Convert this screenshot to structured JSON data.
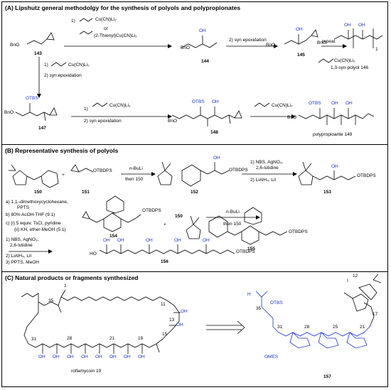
{
  "sections": {
    "a_title": "(A) Lipshutz general methodolgy for the synthesis of polyols and polypropionates",
    "b_title": "(B) Representative synthesis of polyols",
    "c_title": "(C) Natural products or fragments synthesized"
  },
  "a": {
    "cmpd_143": "143",
    "cmpd_144": "144",
    "cmpd_145": "145",
    "cmpd_146_label": "1,3-syn-polyol 146",
    "cmpd_147": "147",
    "cmpd_148": "148",
    "cmpd_149_label": "polypropioante 149",
    "step1a": "1)",
    "step1a_reagent": "Cu(CN)Li₂",
    "step1a_or": "or",
    "step1a_alt": "(2-Thienyl)Cu(CN)Li₂",
    "step2_epox": "2) syn epoxidation",
    "repeat": "repeat",
    "allyl_cuprate": "Cu(CN)Li₂",
    "down_1": "1)",
    "down_reagent": "Cu(CN)Li₂",
    "down_2": "2)  syn epoxidation",
    "mid_1": "1)",
    "mid_reagent": "Cu(CN)Li₂",
    "mid_2": "2)  syn epoxidation",
    "final_reagent": "Cu(CN)Li₂",
    "bno": "BnO",
    "otbs": "OTBS",
    "oh": "OH",
    "subscript_2": "2",
    "subscript_1": "1"
  },
  "b": {
    "cmpd_150": "150",
    "cmpd_151": "151",
    "cmpd_152": "152",
    "cmpd_153": "153",
    "cmpd_154": "154",
    "cmpd_155": "155",
    "cmpd_156": "156",
    "otbdps": "OTBDPS",
    "nbuli": "n-BuLi",
    "then150": "then 150",
    "nbs1": "1) NBS, AgNO₃,",
    "nbs1b": "2,6-lutidine",
    "lialh": "2) LiAlH₄, LiI",
    "cond_a": "a) 1,1–dimethoxycyclohexane,",
    "cond_a2": "PPTS",
    "cond_b": "b) 80% AcOH-THF (9:1)",
    "cond_c": "c) (i) 5 equiv. TsCl, pyridine",
    "cond_c2": "(ii) KH, ether-MeOH (5:1)",
    "plus": "+",
    "cond2_1": "1) NBS, AgNO₃,",
    "cond2_1b": "2,6-lutidine",
    "cond2_2": "2) LiAlH₄, LiI",
    "cond2_3": "3) PPTS, MeOH",
    "ho": "HO"
  },
  "c": {
    "roflamycoin": "roflamycoin 19",
    "cmpd_157": "157",
    "n35": "35",
    "n31": "31",
    "n28": "28",
    "n25": "25",
    "n21": "21",
    "n19": "19",
    "n15": "15",
    "n13": "13",
    "n11": "11",
    "n1": "1",
    "n12": "12",
    "n17": "17",
    "oh": "OH",
    "otbs": "OTBS",
    "omes": "OMES",
    "i": "I"
  }
}
